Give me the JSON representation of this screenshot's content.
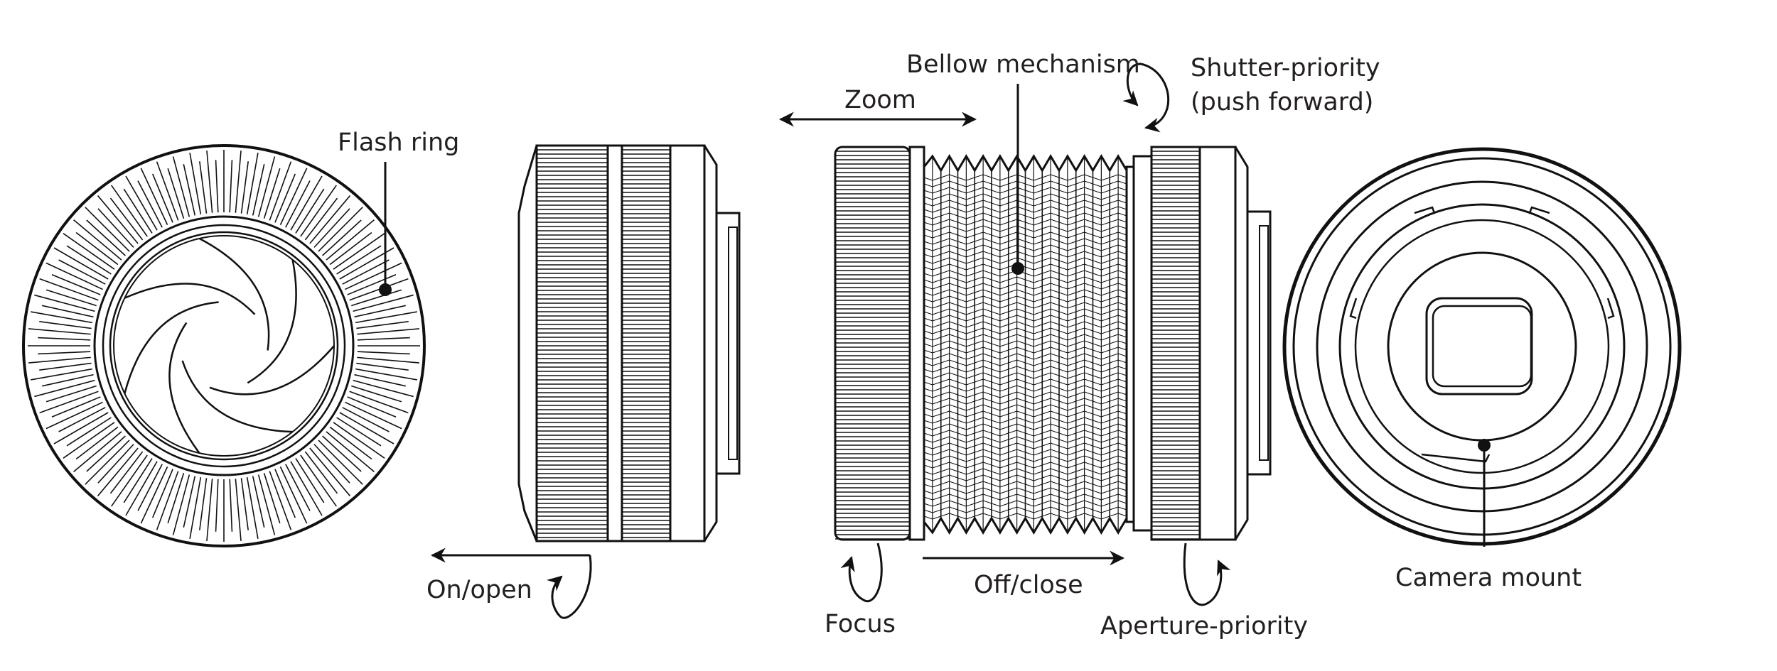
{
  "labels": {
    "flash_ring": "Flash ring",
    "zoom": "Zoom",
    "bellow_mechanism": "Bellow mechanism",
    "shutter_priority_line1": "Shutter-priority",
    "shutter_priority_line2": "(push forward)",
    "on_open": "On/open",
    "focus": "Focus",
    "off_close": "Off/close",
    "aperture_priority": "Aperture-priority",
    "camera_mount": "Camera mount"
  },
  "colors": {
    "ink": "#111111",
    "text": "#231f20",
    "background": "#ffffff"
  }
}
